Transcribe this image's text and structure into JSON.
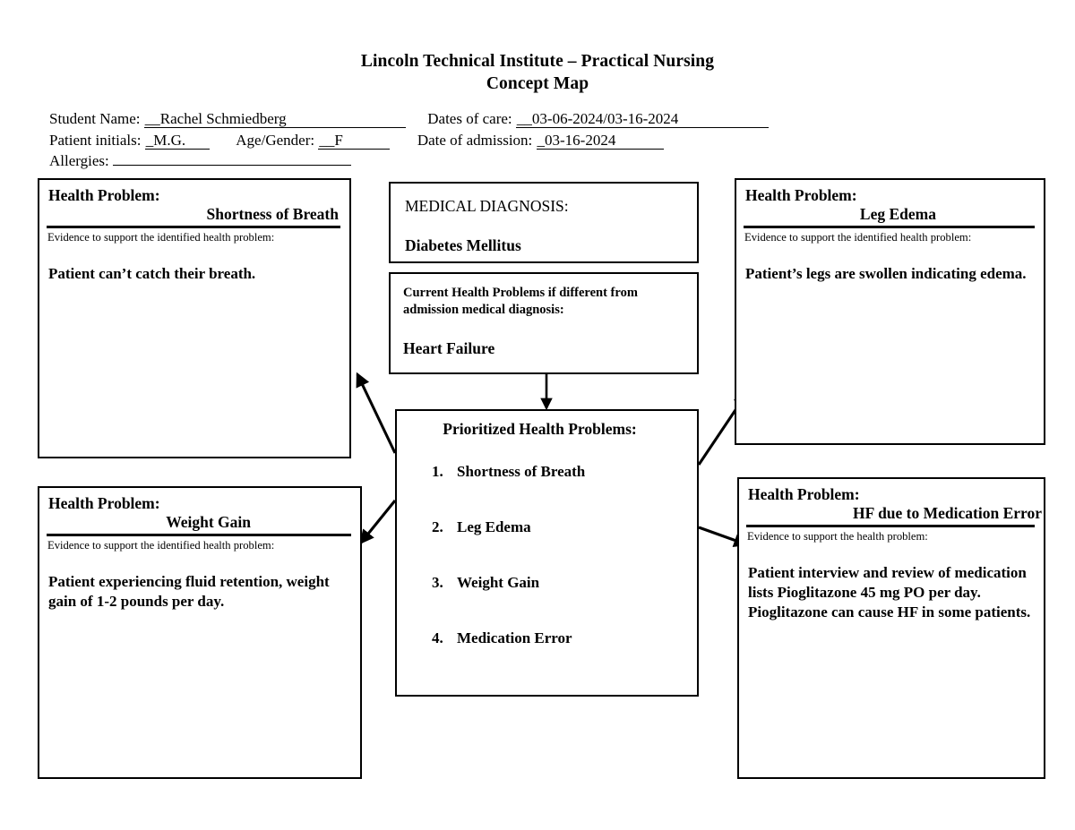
{
  "document": {
    "title_line_1": "Lincoln Technical Institute – Practical Nursing",
    "title_line_2": "Concept Map"
  },
  "header": {
    "student_name_label": "Student Name:",
    "student_name_value": "__Rachel Schmiedberg",
    "dates_of_care_label": "Dates of care:",
    "dates_of_care_value": "__03-06-2024/03-16-2024",
    "patient_initials_label": "Patient initials:",
    "patient_initials_value": "_M.G.",
    "age_gender_label": "Age/Gender:",
    "age_gender_value": "__F",
    "date_of_admission_label": "Date of admission:",
    "date_of_admission_value": "_03-16-2024",
    "allergies_label": "Allergies:",
    "allergies_value": ""
  },
  "boxes": {
    "shortness_of_breath": {
      "title": "Health Problem:",
      "name": "Shortness of Breath",
      "evidence_label": "Evidence to support the identified health problem:",
      "evidence": "Patient can’t catch their breath."
    },
    "leg_edema": {
      "title": "Health Problem:",
      "name": "Leg Edema",
      "evidence_label": "Evidence to support the identified health problem:",
      "evidence": "Patient’s legs are swollen indicating edema."
    },
    "weight_gain": {
      "title": "Health Problem:",
      "name": "Weight Gain",
      "evidence_label": "Evidence to support the identified health problem:",
      "evidence": "Patient experiencing fluid retention, weight gain of 1-2 pounds per day."
    },
    "medication_error": {
      "title": "Health Problem:",
      "name": "HF due to Medication Error",
      "evidence_label": "Evidence to support the health problem:",
      "evidence": "Patient interview and review of medication lists Pioglitazone 45 mg PO per day. Pioglitazone can cause HF in some patients."
    },
    "medical_diagnosis": {
      "label": "MEDICAL DIAGNOSIS:",
      "value": "Diabetes Mellitus"
    },
    "current_health_problems": {
      "label": "Current Health Problems if different from admission medical diagnosis:",
      "value": "Heart Failure"
    },
    "prioritized_health_problems": {
      "title": "Prioritized Health Problems:",
      "items": [
        {
          "number": "1.",
          "text": "Shortness of Breath"
        },
        {
          "number": "2.",
          "text": "Leg Edema"
        },
        {
          "number": "3.",
          "text": "Weight Gain"
        },
        {
          "number": "4.",
          "text": "Medication Error"
        }
      ]
    }
  },
  "colors": {
    "ink": "#000000",
    "page": "#ffffff"
  }
}
